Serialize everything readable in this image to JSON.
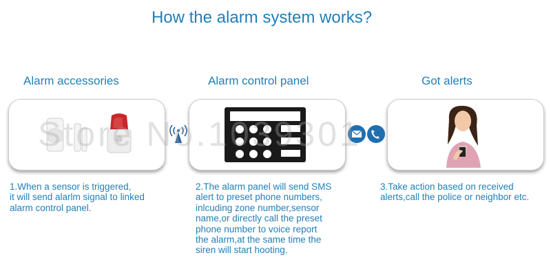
{
  "title": "How the alarm system works?",
  "watermark": "Store No.1039301",
  "columns": [
    {
      "heading": "Alarm accessories",
      "description": "1.When a sensor is triggered,\nit will send alarlm signal to linked\nalarm control panel.",
      "illustration": "sensors-and-siren"
    },
    {
      "heading": "Alarm control panel",
      "description": "2.The alarm panel will send SMS\nalert to preset phone numbers,\ninlcuding zone number,sensor\nname,or directly call the preset\nphone number to voice report\nthe alarm,at the same time the\nsiren will start hooting.",
      "illustration": "keypad-panel"
    },
    {
      "heading": "Got alerts",
      "description": "3.Take action based on received\nalerts,call the police or neighbor etc.",
      "illustration": "woman-with-phone"
    }
  ],
  "connectors": [
    "wireless-signal-icon",
    "sms-and-call-icon"
  ],
  "colors": {
    "accent": "#1f7fb8",
    "panel_border": "#c9c9c9",
    "siren_red": "#c8282a"
  }
}
